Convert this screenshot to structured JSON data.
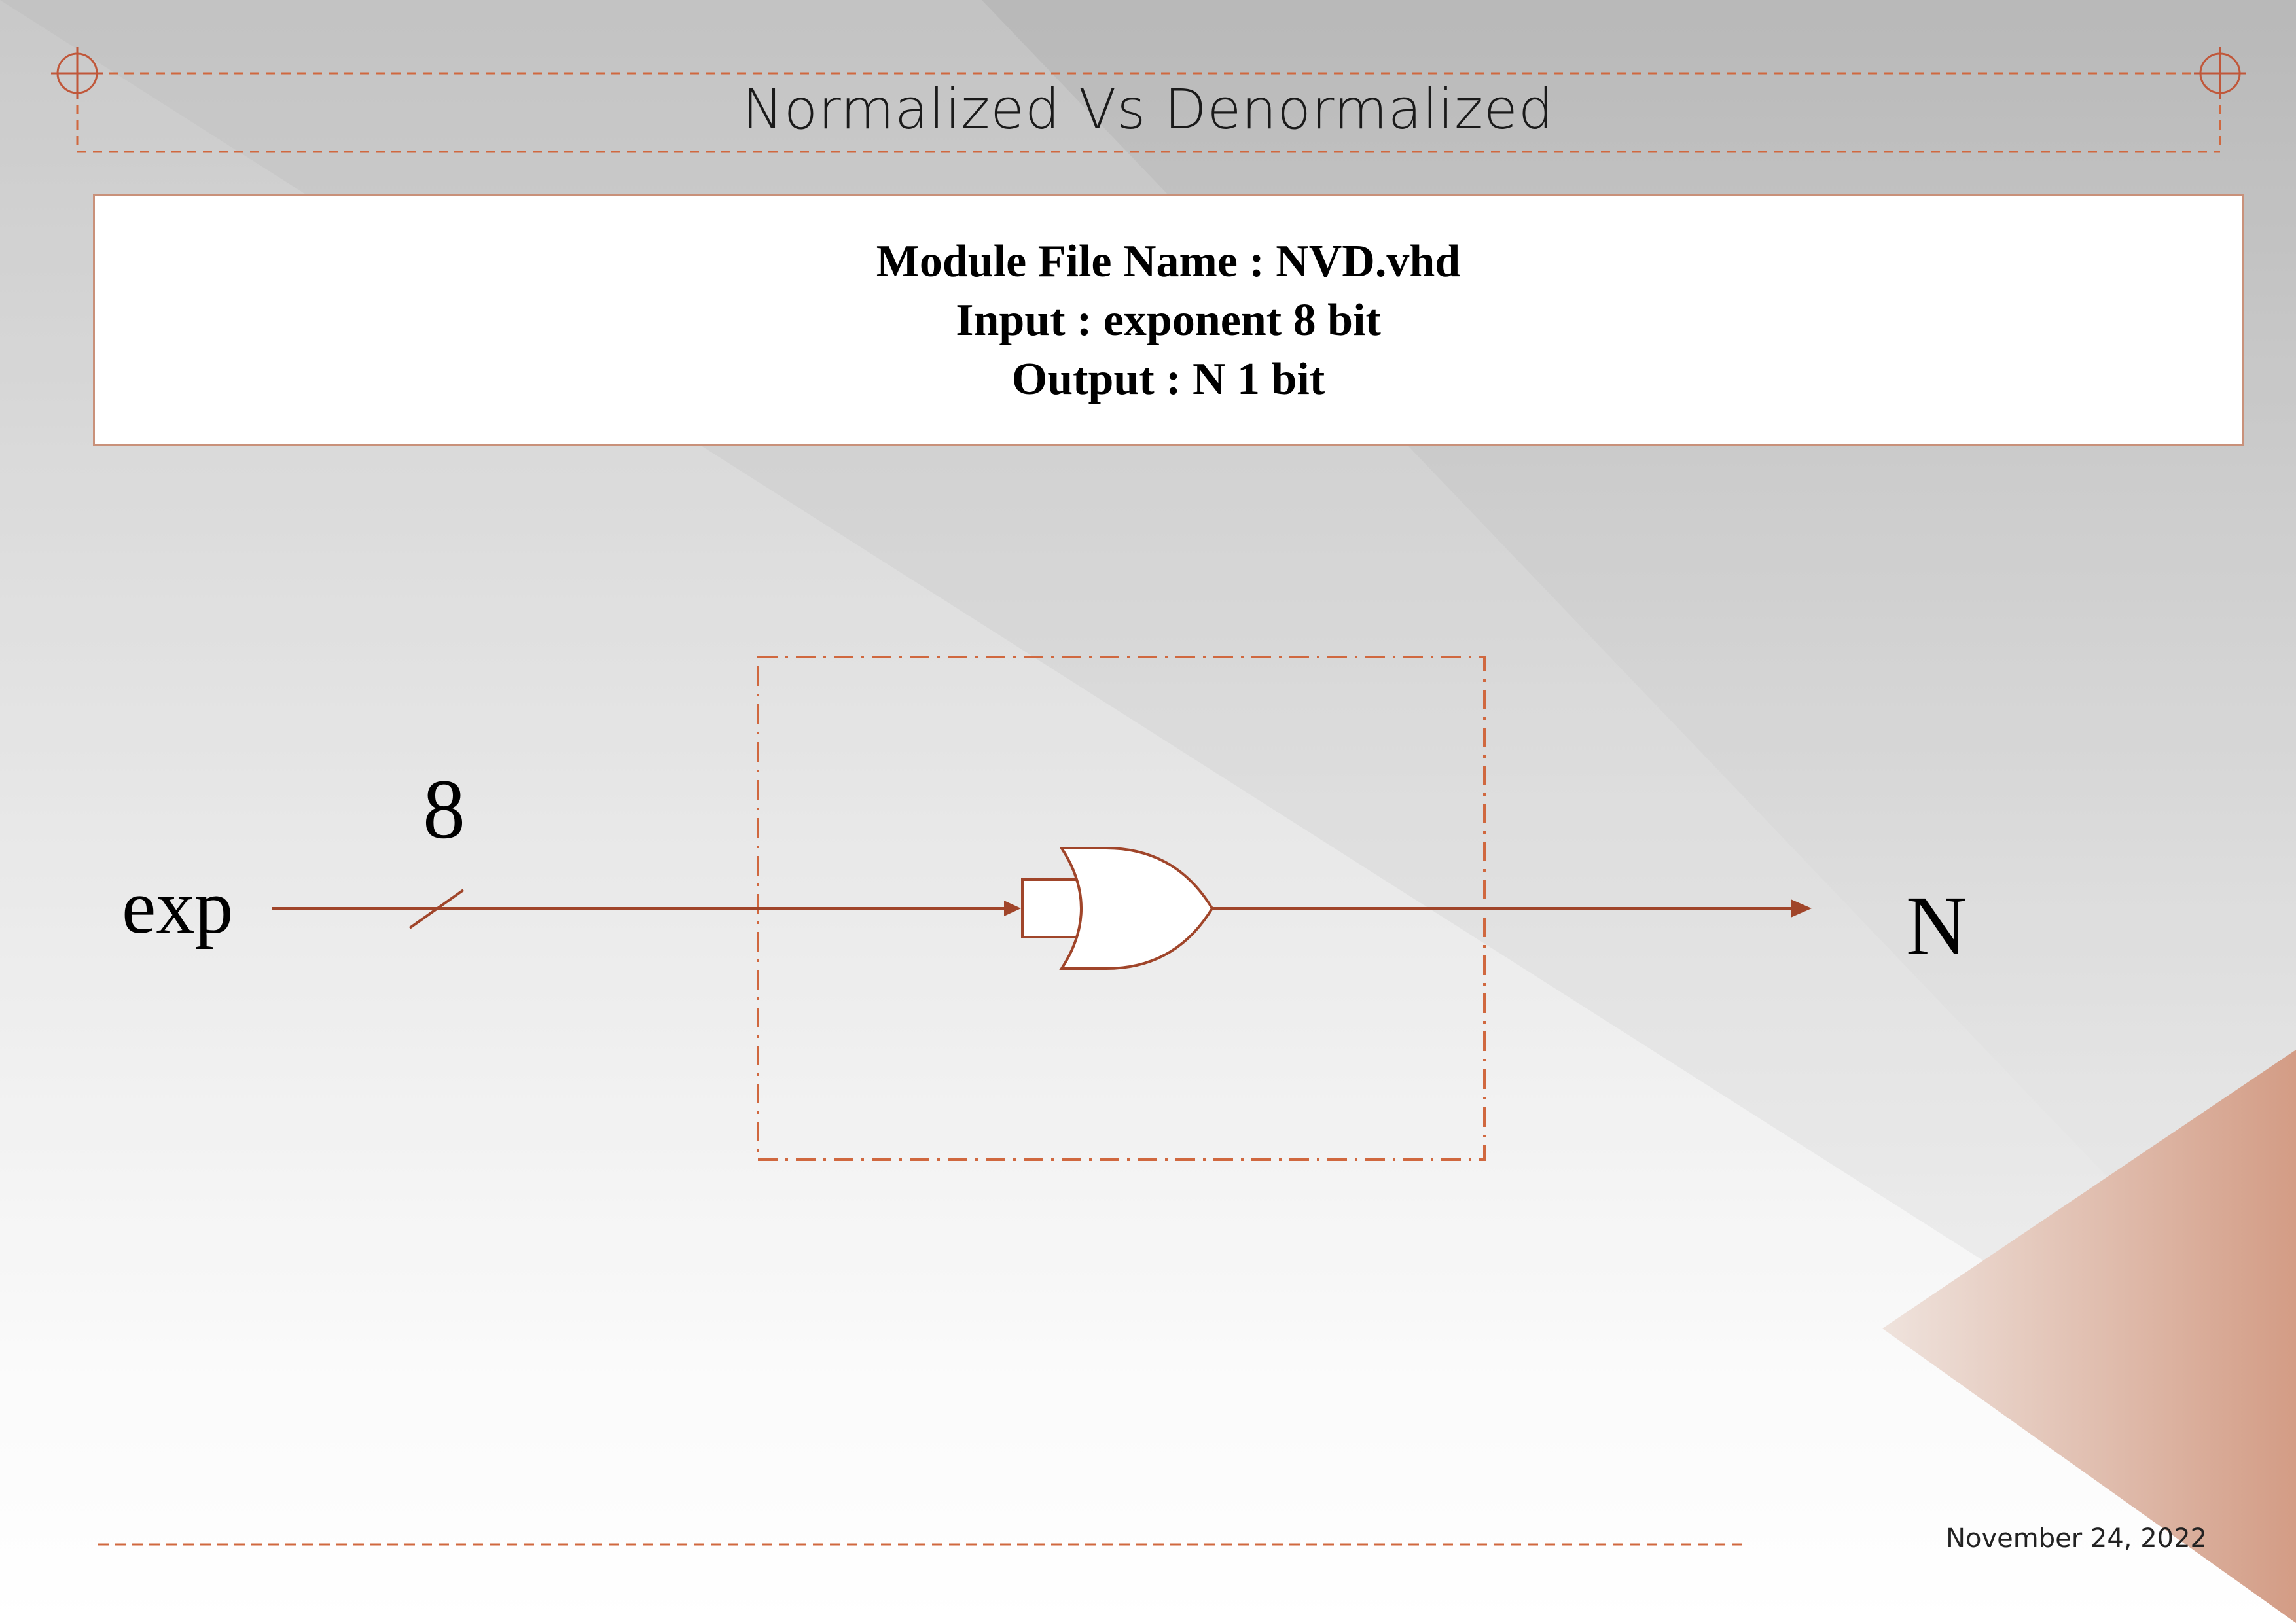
{
  "slide": {
    "title": "Normalized Vs Denormalized",
    "date": "November 24, 2022"
  },
  "info": {
    "module_line": "Module File Name : NVD.vhd",
    "input_line": "Input : exponent 8 bit",
    "output_line": "Output : N 1 bit"
  },
  "diagram": {
    "input_label": "exp",
    "bus_width_label": "8",
    "output_label": "N",
    "gate_type": "OR",
    "icons": [
      "crosshair-icon",
      "or-gate-icon",
      "arrow-icon"
    ]
  },
  "colors": {
    "accent": "#a0452a",
    "dashed_accent": "#d0683f",
    "corner_triangle": "#d4a08a",
    "background_top": "#c2c2c2",
    "background_bottom": "#ffffff"
  }
}
